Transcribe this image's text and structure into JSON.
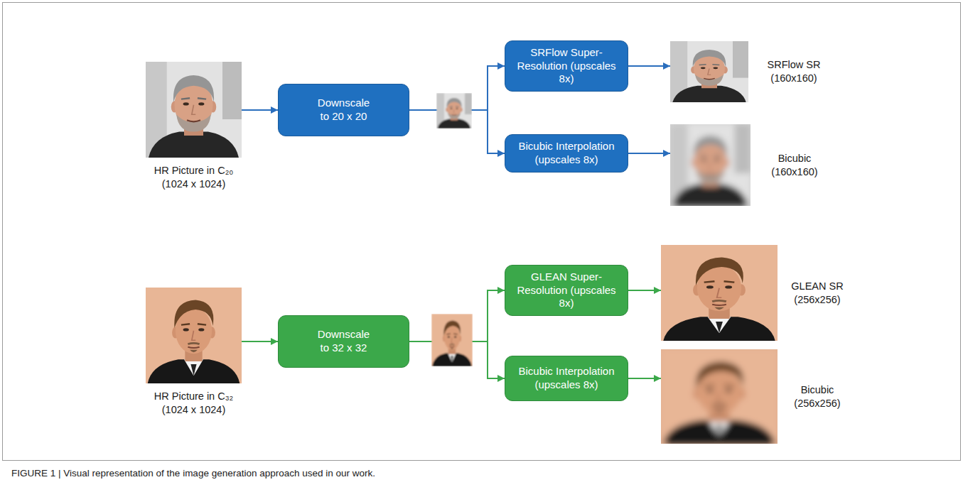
{
  "diagram": {
    "caption": "FIGURE 1 | Visual representation of the image generation approach used in our work.",
    "nodes": [
      {
        "text": [
          "HR Picture in C₂₀ (1024 x 1024)"
        ]
      },
      {
        "text": [
          "Downscale to 20 x 20"
        ]
      },
      {
        "text": [
          "SRFlow Super-Resolution (upscales 8x)"
        ]
      },
      {
        "text": [
          "Bicubic Interpolation (upscales 8x)"
        ]
      },
      {
        "text": [
          "SRFlow SR (160x160)"
        ]
      },
      {
        "text": [
          "Bicubic (160x160)"
        ]
      },
      {
        "text": [
          "HR Picture in C₃₂ (1024 x 1024)"
        ]
      },
      {
        "text": [
          "Downscale to 32 x 32"
        ]
      },
      {
        "text": [
          "GLEAN Super-Resolution (upscales 8x)"
        ]
      },
      {
        "text": [
          "Bicubic Interpolation (upscales 8x)"
        ]
      },
      {
        "text": [
          "GLEAN SR (256x256)"
        ]
      },
      {
        "text": [
          "Bicubic (256x256)"
        ]
      }
    ],
    "edges": [
      {
        "from": 0,
        "to": 1,
        "arrow": "to"
      },
      {
        "from": 1,
        "to": 2,
        "arrow": "to"
      },
      {
        "from": 1,
        "to": 3,
        "arrow": "to"
      },
      {
        "from": 2,
        "to": 4,
        "arrow": "to"
      },
      {
        "from": 3,
        "to": 5,
        "arrow": "to"
      },
      {
        "from": 6,
        "to": 7,
        "arrow": "to"
      },
      {
        "from": 7,
        "to": 8,
        "arrow": "to"
      },
      {
        "from": 7,
        "to": 9,
        "arrow": "to"
      },
      {
        "from": 8,
        "to": 10,
        "arrow": "to"
      },
      {
        "from": 9,
        "to": 11,
        "arrow": "to"
      }
    ]
  }
}
